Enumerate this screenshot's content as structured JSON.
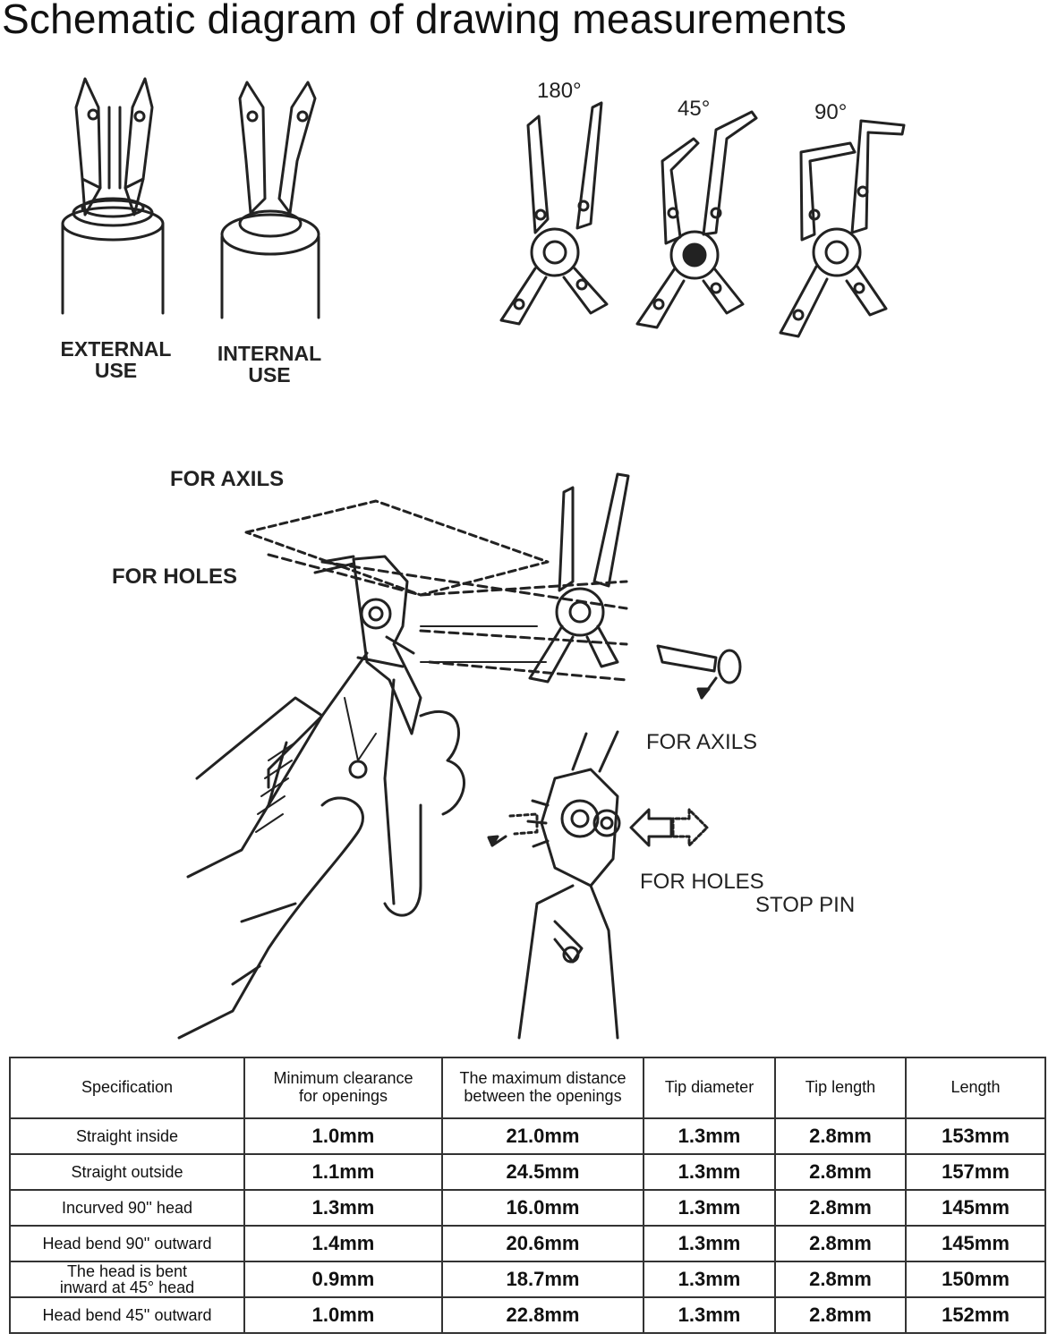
{
  "title": "Schematic diagram of drawing measurements",
  "labels": {
    "external_use": [
      "EXTERNAL",
      "USE"
    ],
    "internal_use": [
      "INTERNAL",
      "USE"
    ],
    "angle_180": "180°",
    "angle_45": "45°",
    "angle_90": "90°",
    "for_axils_top": "FOR AXILS",
    "for_holes_left": "FOR HOLES",
    "for_axils_right": "FOR AXILS",
    "for_holes_right": "FOR HOLES",
    "stop_pin": "STOP PIN"
  },
  "table": {
    "headers": [
      [
        "Specification"
      ],
      [
        "Minimum clearance",
        "for openings"
      ],
      [
        "The maximum distance",
        "between the openings"
      ],
      [
        "Tip diameter"
      ],
      [
        "Tip length"
      ],
      [
        "Length"
      ]
    ],
    "rows": [
      {
        "name": [
          "Straight inside"
        ],
        "values": [
          "1.0mm",
          "21.0mm",
          "1.3mm",
          "2.8mm",
          "153mm"
        ]
      },
      {
        "name": [
          "Straight outside"
        ],
        "values": [
          "1.1mm",
          "24.5mm",
          "1.3mm",
          "2.8mm",
          "157mm"
        ]
      },
      {
        "name": [
          "Incurved 90'' head"
        ],
        "values": [
          "1.3mm",
          "16.0mm",
          "1.3mm",
          "2.8mm",
          "145mm"
        ]
      },
      {
        "name": [
          "Head bend 90'' outward"
        ],
        "values": [
          "1.4mm",
          "20.6mm",
          "1.3mm",
          "2.8mm",
          "145mm"
        ]
      },
      {
        "name": [
          "The head is bent",
          "inward at 45° head"
        ],
        "values": [
          "0.9mm",
          "18.7mm",
          "1.3mm",
          "2.8mm",
          "150mm"
        ]
      },
      {
        "name": [
          "Head bend 45'' outward"
        ],
        "values": [
          "1.0mm",
          "22.8mm",
          "1.3mm",
          "2.8mm",
          "152mm"
        ]
      }
    ]
  }
}
